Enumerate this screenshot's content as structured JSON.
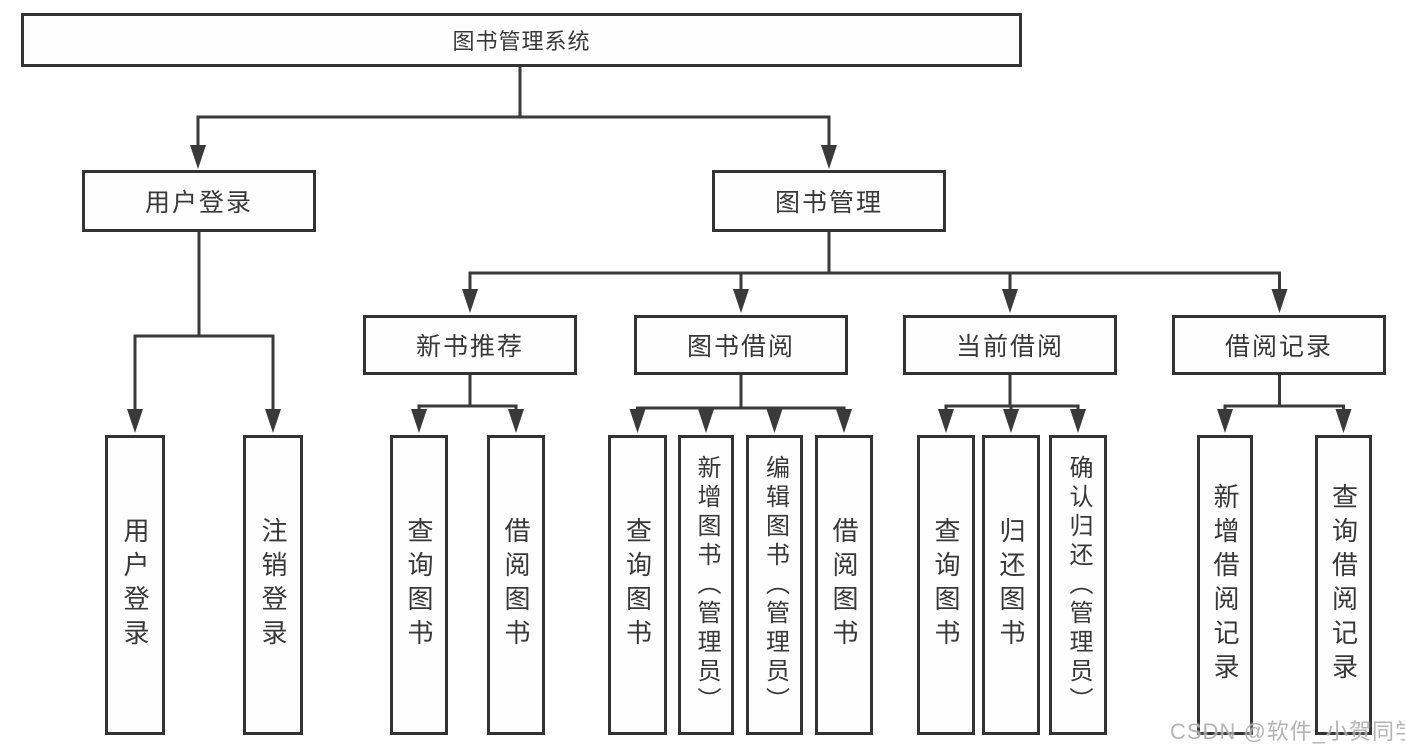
{
  "tree": {
    "root": {
      "label": "图书管理系统"
    },
    "branches": [
      {
        "label": "用户登录",
        "children": [
          {
            "label": "用户登录"
          },
          {
            "label": "注销登录"
          }
        ]
      },
      {
        "label": "图书管理",
        "children": [
          {
            "label": "新书推荐",
            "children": [
              {
                "label": "查询图书"
              },
              {
                "label": "借阅图书"
              }
            ]
          },
          {
            "label": "图书借阅",
            "children": [
              {
                "label": "查询图书"
              },
              {
                "label": "新增图书（管理员）"
              },
              {
                "label": "编辑图书（管理员）"
              },
              {
                "label": "借阅图书"
              }
            ]
          },
          {
            "label": "当前借阅",
            "children": [
              {
                "label": "查询图书"
              },
              {
                "label": "归还图书"
              },
              {
                "label": "确认归还（管理员）"
              }
            ]
          },
          {
            "label": "借阅记录",
            "children": [
              {
                "label": "新增借阅记录"
              },
              {
                "label": "查询借阅记录"
              }
            ]
          }
        ]
      }
    ]
  },
  "watermark": {
    "text": "CSDN @软件_小贺同学"
  },
  "colors": {
    "line": "#3a3a3a",
    "box_border": "#333333",
    "text": "#383838",
    "watermark": "#aeaeae",
    "background": "#ffffff"
  }
}
